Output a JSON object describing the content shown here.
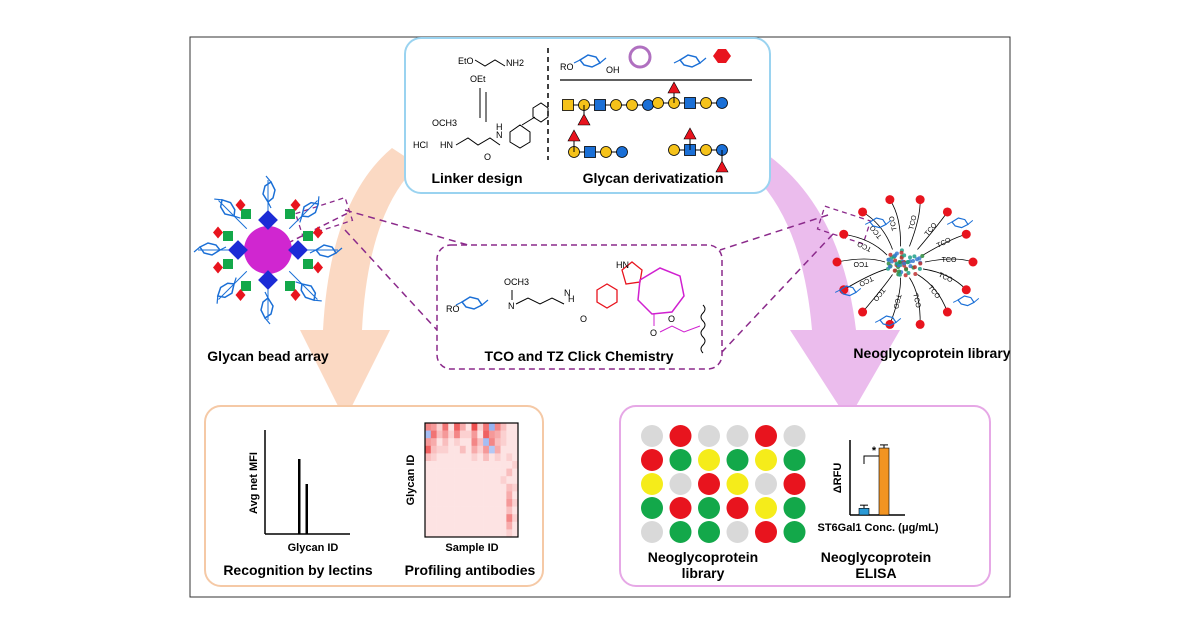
{
  "top_panel": {
    "left_caption": "Linker design",
    "right_caption": "Glycan derivatization",
    "chem_labels": [
      "EtO",
      "OEt",
      "NH2",
      "OCH3",
      "HCl",
      "HN",
      "H",
      "N",
      "O",
      "RO",
      "OH"
    ]
  },
  "center_panel": {
    "caption": "TCO and TZ Click Chemistry",
    "chem_labels": [
      "OCH3",
      "RO",
      "N",
      "H",
      "HN",
      "N",
      "O",
      "O",
      "O"
    ]
  },
  "left_label": "Glycan bead array",
  "right_label": "Neoglycoprotein library",
  "tco_label": "TCO",
  "bottom_left": {
    "chart1": {
      "ylabel": "Avg net MFI",
      "xlabel": "Glycan ID",
      "caption": "Recognition by lectins"
    },
    "chart2": {
      "ylabel": "Glycan ID",
      "xlabel": "Sample ID",
      "caption": "Profiling antibodies"
    }
  },
  "bottom_right": {
    "grid_caption": "Neoglycoprotein library",
    "elisa": {
      "ylabel": "ΔRFU",
      "xlabel": "ST6Gal1 Conc. (μg/mL)",
      "caption": "Neoglycoprotein ELISA",
      "significance": "*"
    }
  },
  "colors": {
    "frame": "#333333",
    "top_border": "#9ad3f0",
    "center_border": "#8b2a8b",
    "left_border": "#f5c9a6",
    "right_border": "#e6a8e6",
    "orange_arrow": "#fad2b8",
    "pink_arrow": "#e8b0ea",
    "bead": "#d026d0",
    "glycan_blue": "#1a6fd6",
    "red": "#e8141e",
    "green": "#13a84a",
    "yellow": "#f5ec1a",
    "gray": "#d9d9d9",
    "orange_bar": "#f29422",
    "blue_bar": "#2b9ad6"
  },
  "chart_data": [
    {
      "type": "bar",
      "title": "",
      "xlabel": "Glycan ID",
      "ylabel": "Avg net MFI",
      "values": [
        0,
        0,
        0,
        0,
        0,
        0,
        0,
        0,
        0,
        0,
        0,
        0,
        0.75,
        0,
        0,
        0.5,
        0,
        0,
        0,
        0,
        0,
        0,
        0,
        0,
        0,
        0,
        0,
        0,
        0,
        0,
        0,
        0
      ],
      "ylim": [
        0,
        1
      ]
    },
    {
      "type": "heatmap",
      "title": "",
      "xlabel": "Sample ID",
      "ylabel": "Glycan ID",
      "rows": 15,
      "cols": 16,
      "values": [
        [
          0.6,
          0.5,
          0.2,
          0.7,
          0.1,
          0.8,
          0.4,
          0.1,
          0.9,
          0.2,
          0.7,
          -0.7,
          0.6,
          0.3,
          0.1,
          0.1
        ],
        [
          -0.6,
          0.7,
          0.3,
          0.5,
          0.2,
          0.6,
          0.2,
          0.2,
          0.5,
          0.1,
          0.8,
          0.5,
          0.4,
          0.2,
          0.1,
          0.1
        ],
        [
          0.5,
          0.4,
          0.1,
          0.3,
          0.1,
          0.2,
          0.1,
          0.1,
          0.6,
          0.3,
          -0.6,
          0.6,
          0.3,
          0.2,
          0.1,
          0.1
        ],
        [
          0.8,
          0.3,
          0.2,
          0.2,
          0.1,
          0.1,
          0.3,
          0.1,
          0.4,
          0.2,
          0.5,
          -0.5,
          0.4,
          0.1,
          0.1,
          0.1
        ],
        [
          0.3,
          0.2,
          0.1,
          0.1,
          0.1,
          0.1,
          0.1,
          0.1,
          0.2,
          0.1,
          0.3,
          0.1,
          0.2,
          0.1,
          0.2,
          0.1
        ],
        [
          0.1,
          0.1,
          0.1,
          0.1,
          0.1,
          0.1,
          0.1,
          0.1,
          0.1,
          0.1,
          0.1,
          0.1,
          0.1,
          0.1,
          0.1,
          0.2
        ],
        [
          0.1,
          0.1,
          0.1,
          0.1,
          0.1,
          0.1,
          0.1,
          0.1,
          0.1,
          0.1,
          0.1,
          0.1,
          0.1,
          0.1,
          0.3,
          0.1
        ],
        [
          0.1,
          0.1,
          0.1,
          0.1,
          0.1,
          0.1,
          0.1,
          0.1,
          0.1,
          0.1,
          0.1,
          0.1,
          0.1,
          0.2,
          0.1,
          0.1
        ],
        [
          0.1,
          0.1,
          0.1,
          0.1,
          0.1,
          0.1,
          0.1,
          0.1,
          0.1,
          0.1,
          0.1,
          0.1,
          0.1,
          0.1,
          0.3,
          0.2
        ],
        [
          0.1,
          0.1,
          0.1,
          0.1,
          0.1,
          0.1,
          0.1,
          0.1,
          0.1,
          0.1,
          0.1,
          0.1,
          0.1,
          0.1,
          0.4,
          0.1
        ],
        [
          0.1,
          0.1,
          0.1,
          0.1,
          0.1,
          0.1,
          0.1,
          0.1,
          0.1,
          0.1,
          0.1,
          0.1,
          0.1,
          0.1,
          0.5,
          0.2
        ],
        [
          0.1,
          0.1,
          0.1,
          0.1,
          0.1,
          0.1,
          0.1,
          0.1,
          0.1,
          0.1,
          0.1,
          0.1,
          0.1,
          0.1,
          0.3,
          0.1
        ],
        [
          0.1,
          0.1,
          0.1,
          0.1,
          0.1,
          0.1,
          0.1,
          0.1,
          0.1,
          0.1,
          0.1,
          0.1,
          0.1,
          0.1,
          0.6,
          0.2
        ],
        [
          0.1,
          0.1,
          0.1,
          0.1,
          0.1,
          0.1,
          0.1,
          0.1,
          0.1,
          0.1,
          0.1,
          0.1,
          0.1,
          0.1,
          0.4,
          0.1
        ],
        [
          0.1,
          0.1,
          0.1,
          0.1,
          0.1,
          0.1,
          0.1,
          0.1,
          0.1,
          0.1,
          0.1,
          0.1,
          0.1,
          0.1,
          0.2,
          0.1
        ]
      ]
    },
    {
      "type": "grid",
      "title": "",
      "rows": [
        [
          "gray",
          "red",
          "gray",
          "gray",
          "red",
          "gray"
        ],
        [
          "red",
          "green",
          "yellow",
          "green",
          "yellow",
          "green"
        ],
        [
          "yellow",
          "gray",
          "red",
          "yellow",
          "gray",
          "red"
        ],
        [
          "green",
          "red",
          "green",
          "red",
          "yellow",
          "green"
        ],
        [
          "gray",
          "green",
          "green",
          "gray",
          "red",
          "green"
        ]
      ]
    },
    {
      "type": "bar",
      "title": "",
      "xlabel": "ST6Gal1 Conc. (μg/mL)",
      "ylabel": "ΔRFU",
      "values": [
        0.1,
        1.0
      ],
      "errors": [
        0.06,
        0.06
      ],
      "colors": [
        "#2b9ad6",
        "#f29422"
      ],
      "ylim": [
        0,
        1.3
      ]
    }
  ]
}
